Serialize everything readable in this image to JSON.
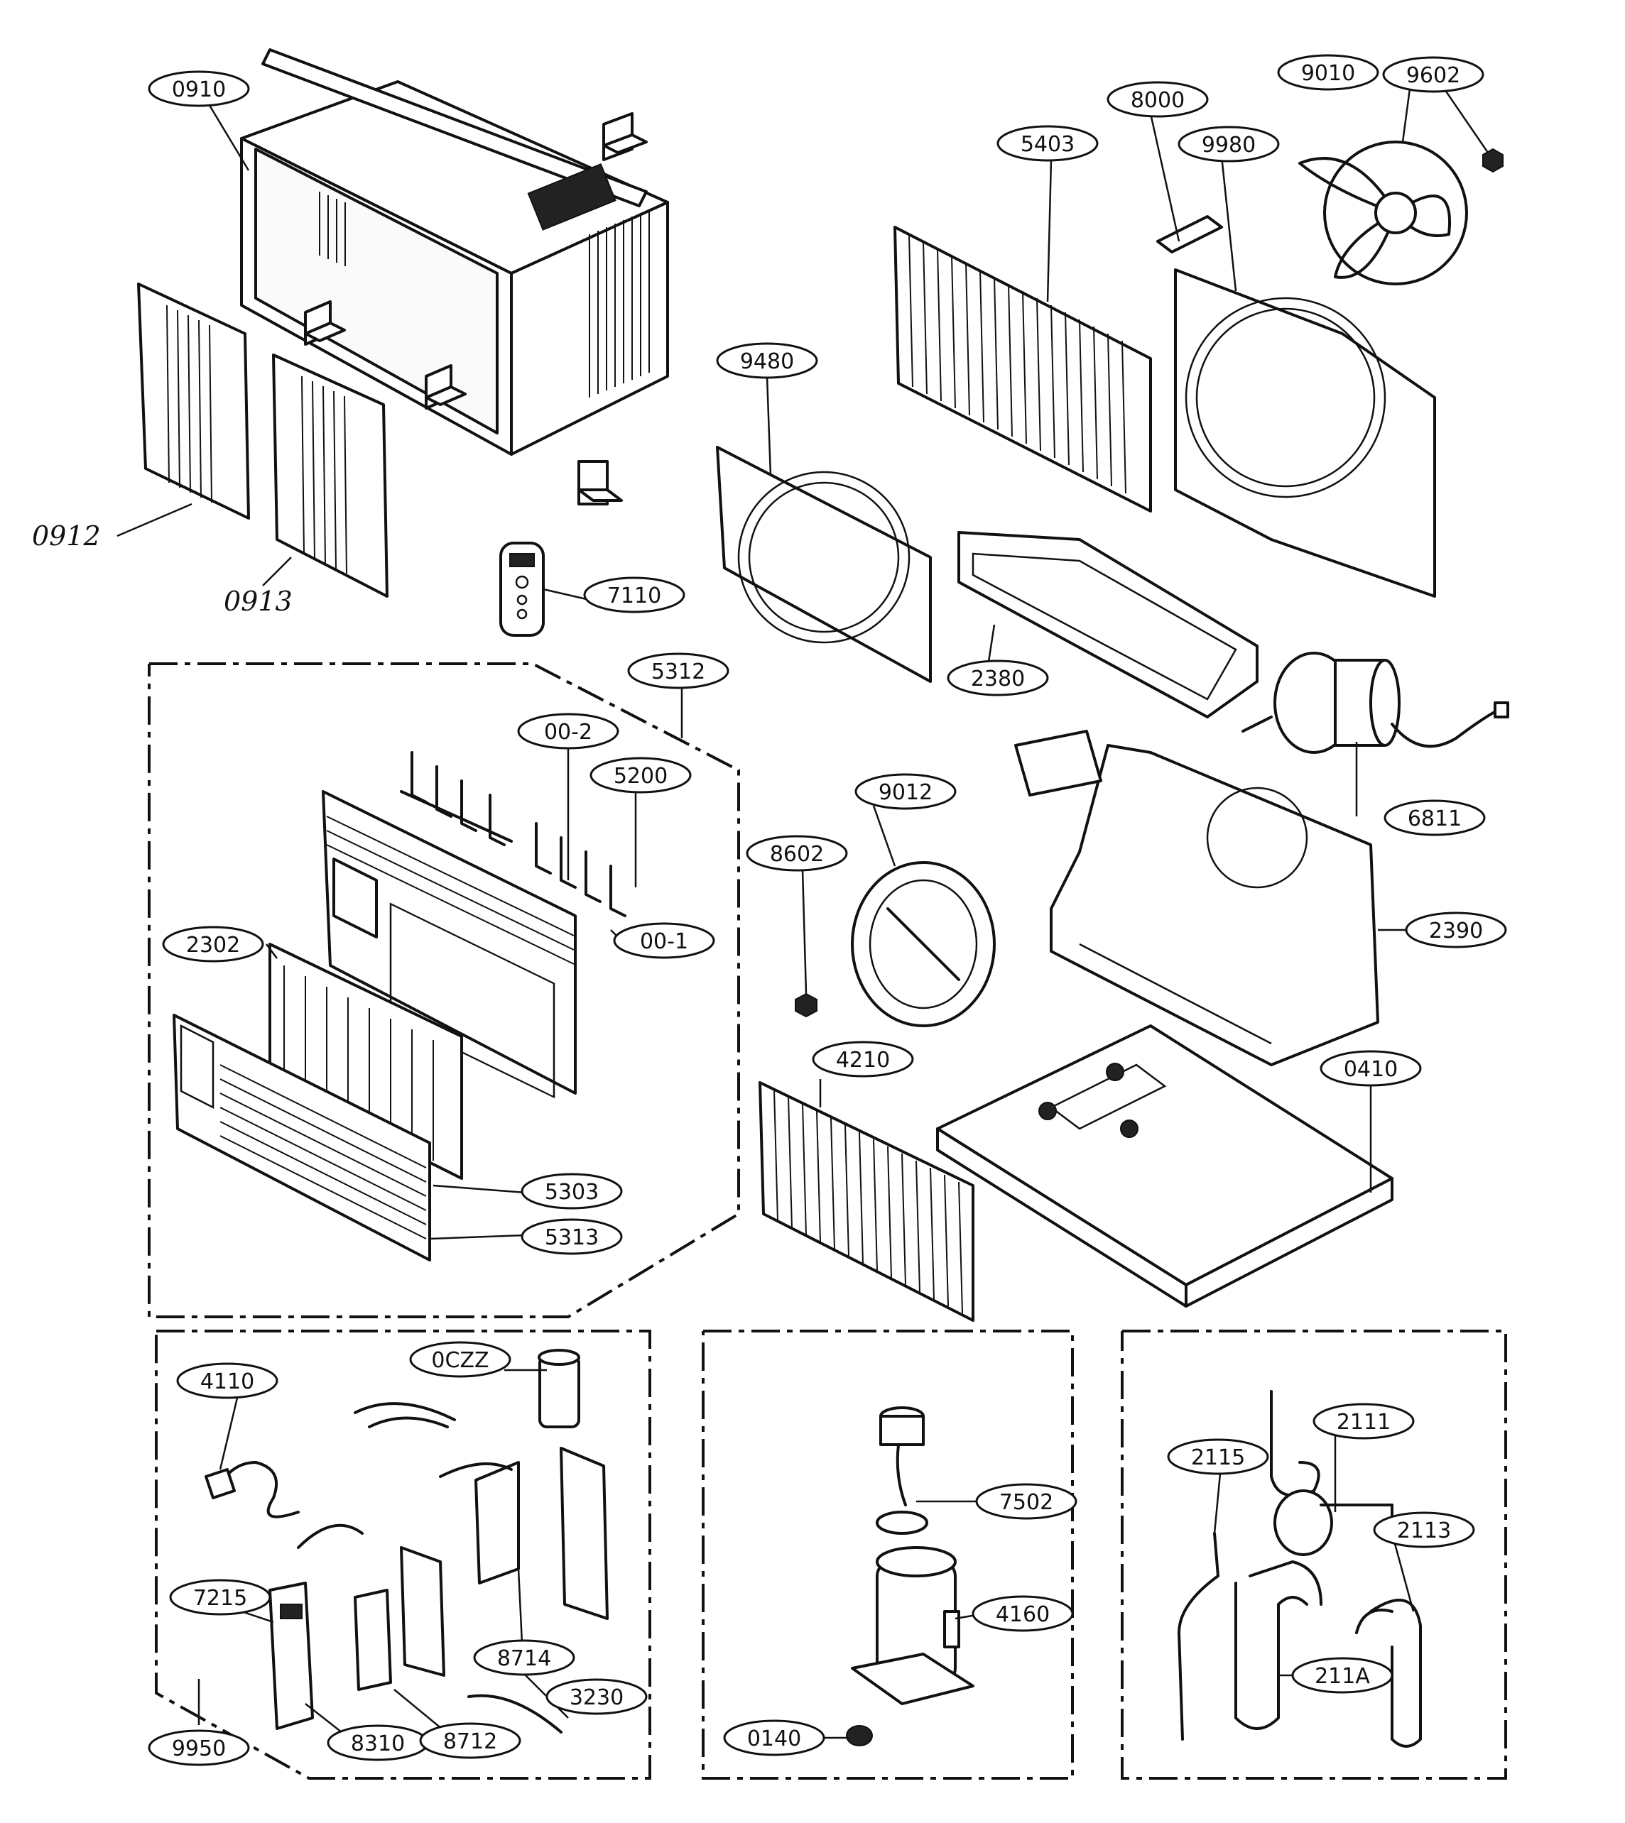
{
  "callouts": [
    {
      "id": "c0910",
      "label": "0910"
    },
    {
      "id": "c9010",
      "label": "9010"
    },
    {
      "id": "c9602",
      "label": "9602"
    },
    {
      "id": "c8000",
      "label": "8000"
    },
    {
      "id": "c9980",
      "label": "9980"
    },
    {
      "id": "c5403",
      "label": "5403"
    },
    {
      "id": "c9480",
      "label": "9480"
    },
    {
      "id": "c7110",
      "label": "7110"
    },
    {
      "id": "c5312",
      "label": "5312"
    },
    {
      "id": "c00_2",
      "label": "00-2"
    },
    {
      "id": "c5200",
      "label": "5200"
    },
    {
      "id": "c00_1",
      "label": "00-1"
    },
    {
      "id": "c2302",
      "label": "2302"
    },
    {
      "id": "c5303",
      "label": "5303"
    },
    {
      "id": "c5313",
      "label": "5313"
    },
    {
      "id": "c2380",
      "label": "2380"
    },
    {
      "id": "c6811",
      "label": "6811"
    },
    {
      "id": "c9012",
      "label": "9012"
    },
    {
      "id": "c8602",
      "label": "8602"
    },
    {
      "id": "c2390",
      "label": "2390"
    },
    {
      "id": "c4210",
      "label": "4210"
    },
    {
      "id": "c0410",
      "label": "0410"
    },
    {
      "id": "c0CZZ",
      "label": "0CZZ"
    },
    {
      "id": "c4110",
      "label": "4110"
    },
    {
      "id": "c7215",
      "label": "7215"
    },
    {
      "id": "c8714",
      "label": "8714"
    },
    {
      "id": "c3230",
      "label": "3230"
    },
    {
      "id": "c9950",
      "label": "9950"
    },
    {
      "id": "c8310",
      "label": "8310"
    },
    {
      "id": "c8712",
      "label": "8712"
    },
    {
      "id": "c7502",
      "label": "7502"
    },
    {
      "id": "c4160",
      "label": "4160"
    },
    {
      "id": "c0140",
      "label": "0140"
    },
    {
      "id": "c2111",
      "label": "2111"
    },
    {
      "id": "c2115",
      "label": "2115"
    },
    {
      "id": "c2113",
      "label": "2113"
    },
    {
      "id": "c211A",
      "label": "211A"
    }
  ],
  "handwritten": [
    {
      "id": "h0912",
      "label": "0912"
    },
    {
      "id": "h0913",
      "label": "0913"
    }
  ]
}
